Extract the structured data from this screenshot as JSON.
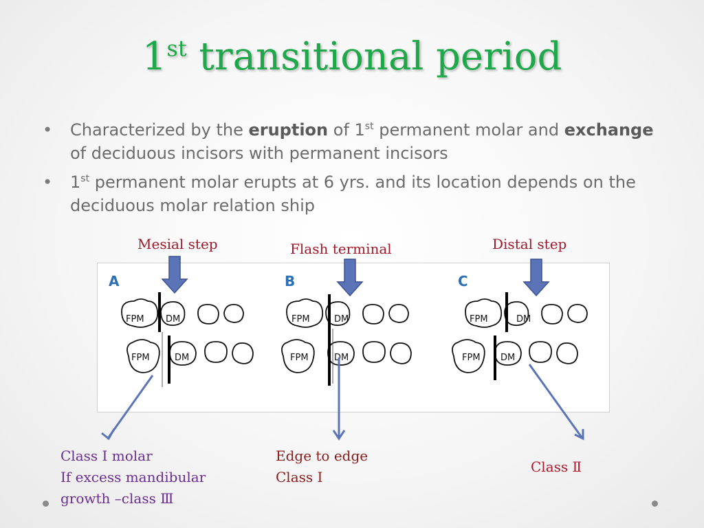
{
  "slide": {
    "title_main": "1",
    "title_sup": "st",
    "title_rest": " transitional period"
  },
  "bullets": [
    {
      "t1": "Characterized by the ",
      "b1": "eruption",
      "t2": " of 1",
      "sup": "st",
      "t3": " permanent molar and ",
      "b2": "exchange",
      "t4": " of deciduous incisors with permanent incisors"
    },
    {
      "t1": "1",
      "sup": "st",
      "t2": " permanent molar erupts at 6 yrs. and its location depends on the deciduous molar relation ship"
    }
  ],
  "labels": {
    "mesial": "Mesial step",
    "flash": "Flash terminal",
    "distal": "Distal step"
  },
  "figure": {
    "panels": [
      {
        "letter": "A",
        "upper_fpm": "FPM",
        "upper_dm": "DM",
        "lower_fpm": "FPM",
        "lower_dm": "DM"
      },
      {
        "letter": "B",
        "upper_fpm": "FPM",
        "upper_dm": "DM",
        "lower_fpm": "FPM",
        "lower_dm": "DM"
      },
      {
        "letter": "C",
        "upper_fpm": "FPM",
        "upper_dm": "DM",
        "lower_fpm": "FPM",
        "lower_dm": "DM"
      }
    ]
  },
  "notes": {
    "a": [
      "Class I molar",
      "If excess mandibular",
      "growth –class Ⅲ"
    ],
    "b": [
      "Edge to edge",
      "Class I"
    ],
    "c": [
      "Class Ⅱ"
    ]
  },
  "colors": {
    "title": "#1ea84a",
    "label_red": "#a0182a",
    "note_a": "#6a2c91",
    "note_b": "#8b1a1a",
    "note_c": "#b0182a",
    "arrow": "#5b74b8",
    "panel_letter": "#2d6fb5"
  }
}
